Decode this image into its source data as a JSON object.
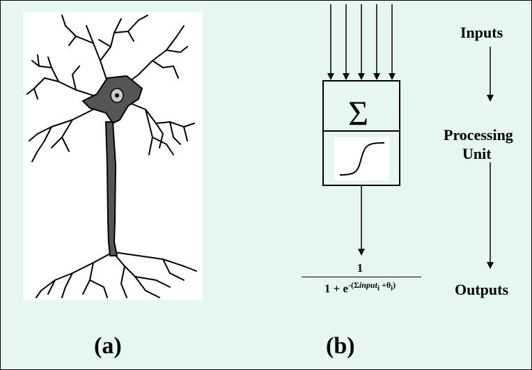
{
  "captions": {
    "left": "(a)",
    "right": "(b)"
  },
  "flow_labels": {
    "inputs": "Inputs",
    "processing": "Processing",
    "unit": "Unit",
    "outputs": "Outputs"
  },
  "processing_unit": {
    "summation_symbol": "Σ",
    "activation_icon": "sigmoid-curve-icon",
    "input_count": 5
  },
  "formula": {
    "numerator": "1",
    "denominator_base": "1 + e",
    "exponent_open": "-(",
    "exponent_sum": "Σ",
    "exponent_input": "input",
    "exponent_input_sub": "i",
    "exponent_plus": " +",
    "exponent_theta": "θ",
    "exponent_theta_sub": "i",
    "exponent_close": ")"
  },
  "colors": {
    "background": "#e6f7f1",
    "neuron_body": "#555555",
    "line": "#000000"
  }
}
